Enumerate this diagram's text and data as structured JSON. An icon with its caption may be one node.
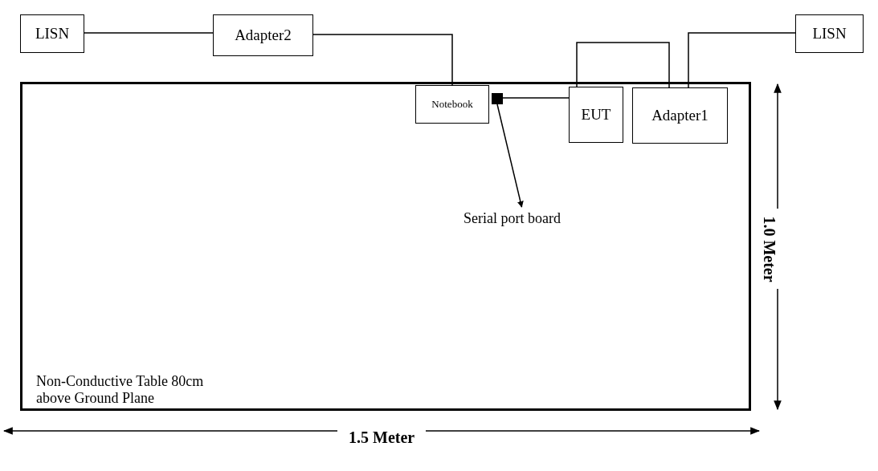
{
  "diagram": {
    "nodes": [
      {
        "text": [
          "Non-Conductive Table 80cm above Ground Plane"
        ]
      },
      {
        "text": [
          "LISN"
        ]
      },
      {
        "text": [
          "Adapter2"
        ]
      },
      {
        "text": [
          "Notebook"
        ],
        "in": 0
      },
      {
        "text": [],
        "shape": "box",
        "in": 0
      },
      {
        "text": [
          "EUT"
        ],
        "in": 0
      },
      {
        "text": [
          "Adapter1"
        ],
        "in": 0
      },
      {
        "text": [
          "LISN"
        ]
      },
      {
        "text": [
          "Serial port board"
        ],
        "in": 0
      }
    ],
    "edges": [
      {
        "from": 1,
        "to": 2,
        "arrow": "none"
      },
      {
        "from": 2,
        "to": 3,
        "arrow": "none"
      },
      {
        "from": 4,
        "to": 5,
        "arrow": "none"
      },
      {
        "from": 5,
        "to": 6,
        "arrow": "none"
      },
      {
        "from": 7,
        "to": 6,
        "arrow": "none"
      },
      {
        "from": 4,
        "to": 8,
        "arrow": "to"
      }
    ],
    "labels": [
      "1.0 Meter",
      "1.5 Meter"
    ]
  }
}
